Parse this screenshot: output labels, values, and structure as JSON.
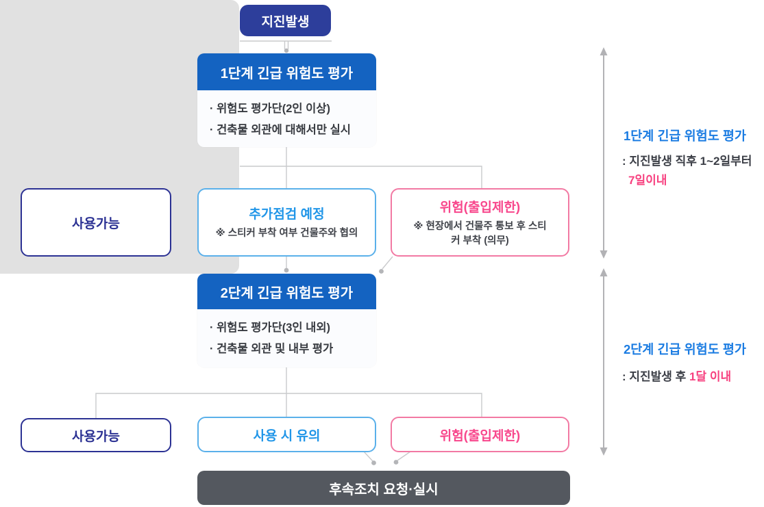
{
  "flowchart": {
    "start": {
      "label": "지진발생"
    },
    "stage1": {
      "title": "1단계 긴급 위험도 평가",
      "bullets": [
        "· 위험도 평가단(2인 이상)",
        "· 건축물 외관에 대해서만 실시"
      ]
    },
    "stage1_outcomes": {
      "usable": {
        "label": "사용가능"
      },
      "recheck": {
        "title": "추가점검 예정",
        "note": "※ 스티커 부착 여부 건물주와 협의"
      },
      "danger": {
        "title": "위험(출입제한)",
        "note": "※ 현장에서 건물주 통보 후 스티커 부착 (의무)"
      }
    },
    "stage2": {
      "title": "2단계 긴급 위험도 평가",
      "bullets": [
        "· 위험도 평가단(3인 내외)",
        "· 건축물 외관 및 내부 평가"
      ]
    },
    "stage2_outcomes": {
      "usable": {
        "label": "사용가능"
      },
      "caution": {
        "label": "사용 시 유의"
      },
      "danger": {
        "label": "위험(출입제한)"
      }
    },
    "followup": {
      "label": "후속조치 요청·실시"
    }
  },
  "timeline": {
    "stage1": {
      "title": "1단계 긴급 위험도 평가",
      "desc": ": 지진발생 직후 1~2일부터",
      "highlight": "7일이내"
    },
    "stage2": {
      "title": "2단계 긴급 위험도 평가",
      "desc_prefix": ": 지진발생 후 ",
      "highlight": "1달 이내"
    }
  },
  "colors": {
    "start_box": "#2d3e9b",
    "stage_header": "#1463c1",
    "usable_navy": "#2b3193",
    "recheck_blue": "#2196e8",
    "danger_pink": "#f8478c",
    "followup_slate": "#54585f",
    "timeline_blue": "#1b7ce2",
    "timeline_pink": "#f7407f",
    "backdrop_gray": "#e1e1e1"
  }
}
